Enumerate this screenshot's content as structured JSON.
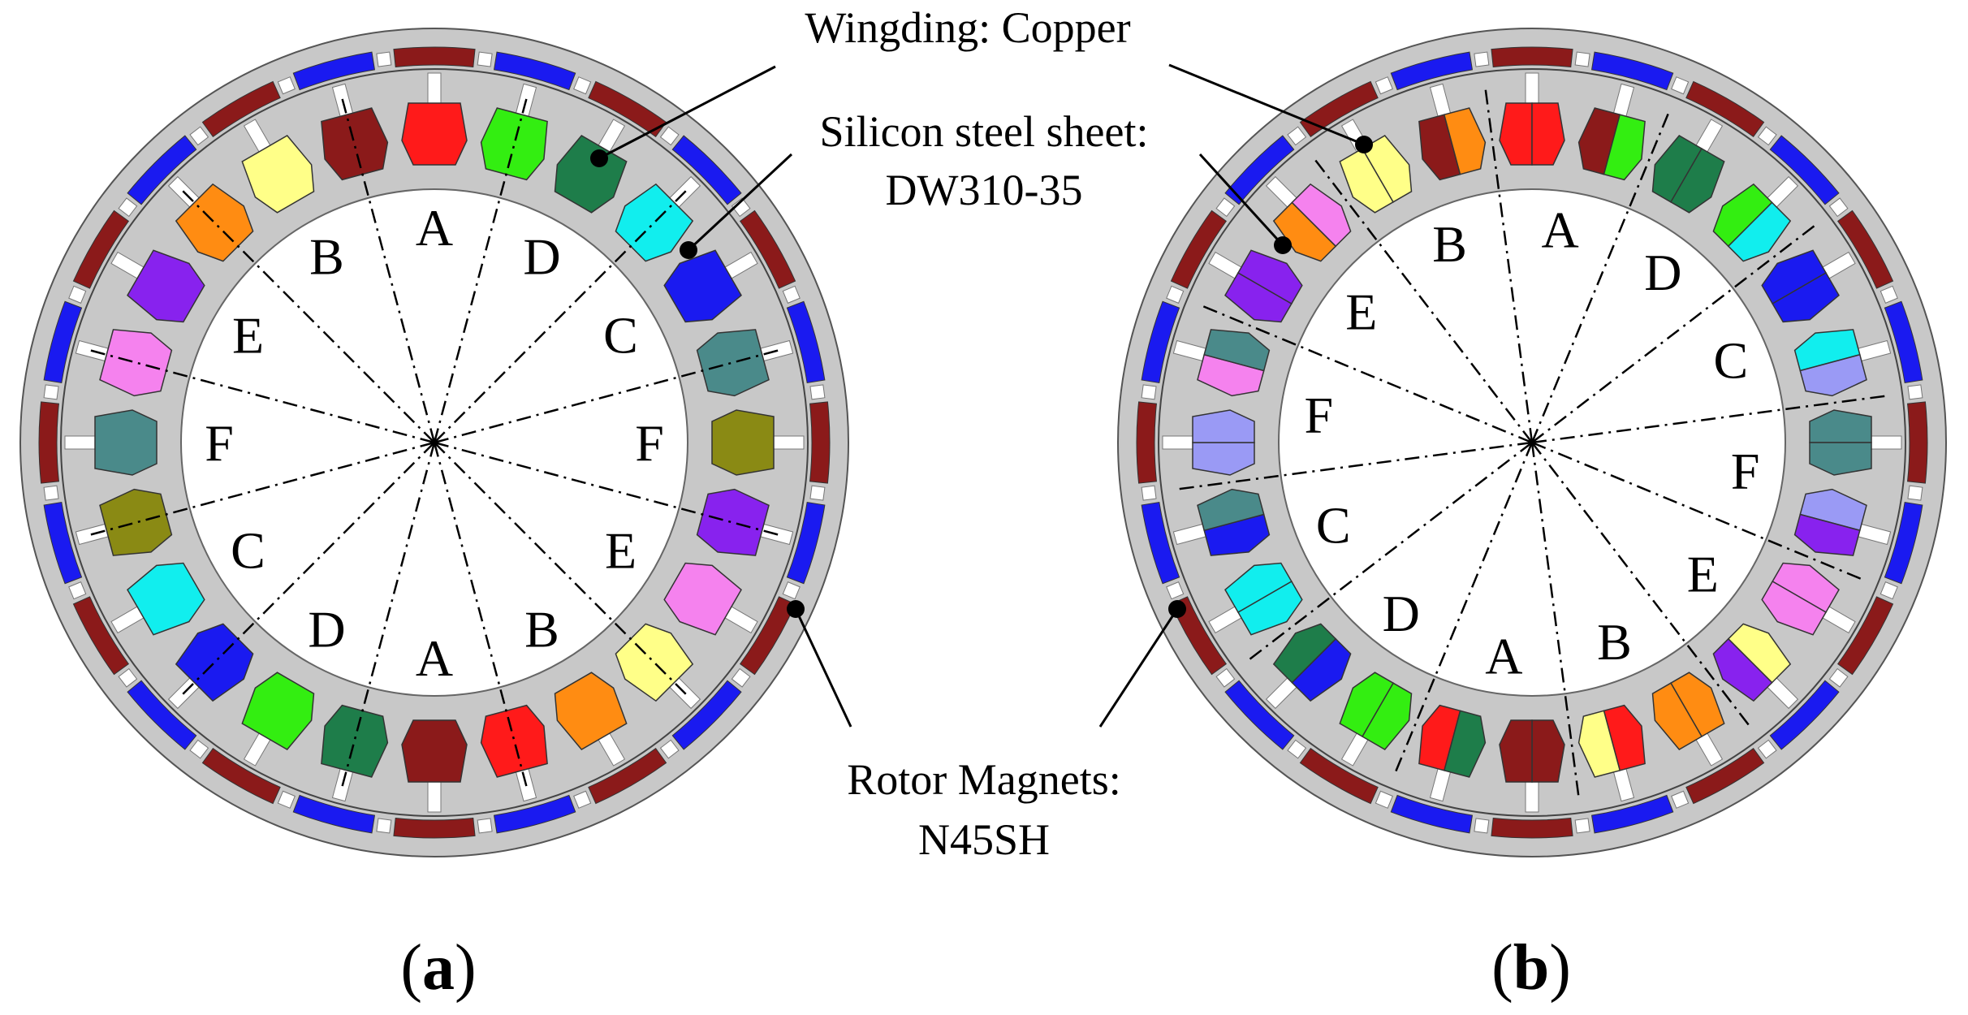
{
  "callouts": {
    "winding": "Wingding: Copper",
    "steel_line1": "Silicon steel sheet:",
    "steel_line2": "DW310-35",
    "magnets_line1": "Rotor Magnets:",
    "magnets_line2": "N45SH"
  },
  "panels": [
    {
      "id": "a",
      "caption_open": "(",
      "caption_letter": "a",
      "caption_close": ")",
      "sector_labels": [
        "A",
        "D",
        "C",
        "F",
        "E",
        "B",
        "A",
        "D",
        "C",
        "F",
        "E",
        "B"
      ],
      "slot_colors": [
        "#ff1a1a",
        "#33ee11",
        "#1e7d4a",
        "#11eeee",
        "#1a1af0",
        "#4a8a8a",
        "#8a8a14",
        "#8822ee",
        "#f582ee",
        "#ffff88",
        "#ff8c12",
        "#ff1a1a",
        "#8b1a1a",
        "#1e7d4a",
        "#33ee11",
        "#1a1af0",
        "#11eeee",
        "#8a8a14",
        "#4a8a8a",
        "#f582ee",
        "#8822ee",
        "#ff8c12",
        "#ffff88",
        "#8b1a1a"
      ]
    },
    {
      "id": "b",
      "caption_open": "(",
      "caption_letter": "b",
      "caption_close": ")",
      "sector_labels": [
        "A",
        "D",
        "C",
        "F",
        "E",
        "B",
        "A",
        "D",
        "C",
        "F",
        "E",
        "B"
      ],
      "slot_colors": [
        [
          "#ff1a1a",
          "#ff1a1a"
        ],
        [
          "#8b1a1a",
          "#33ee11"
        ],
        [
          "#1e7d4a",
          "#1e7d4a"
        ],
        [
          "#33ee11",
          "#11eeee"
        ],
        [
          "#1a1af0",
          "#1a1af0"
        ],
        [
          "#11eeee",
          "#9a9af5"
        ],
        [
          "#4a8a8a",
          "#4a8a8a"
        ],
        [
          "#9a9af5",
          "#8822ee"
        ],
        [
          "#f582ee",
          "#f582ee"
        ],
        [
          "#ffff88",
          "#8822ee"
        ],
        [
          "#ff8c12",
          "#ff8c12"
        ],
        [
          "#ff1a1a",
          "#ffff88"
        ],
        [
          "#8b1a1a",
          "#8b1a1a"
        ],
        [
          "#1e7d4a",
          "#ff1a1a"
        ],
        [
          "#33ee11",
          "#33ee11"
        ],
        [
          "#1a1af0",
          "#1e7d4a"
        ],
        [
          "#11eeee",
          "#11eeee"
        ],
        [
          "#1a1af0",
          "#4a8a8a"
        ],
        [
          "#9a9af5",
          "#9a9af5"
        ],
        [
          "#f582ee",
          "#4a8a8a"
        ],
        [
          "#8822ee",
          "#8822ee"
        ],
        [
          "#ff8c12",
          "#f582ee"
        ],
        [
          "#ffff88",
          "#ffff88"
        ],
        [
          "#8b1a1a",
          "#ff8c12"
        ]
      ]
    }
  ],
  "colors": {
    "steel": "#c8c8c8",
    "magnet_dark_red": "#8b1a1a",
    "magnet_blue": "#1a1af0",
    "spacer": "#ffffff",
    "outline": "#555555"
  }
}
